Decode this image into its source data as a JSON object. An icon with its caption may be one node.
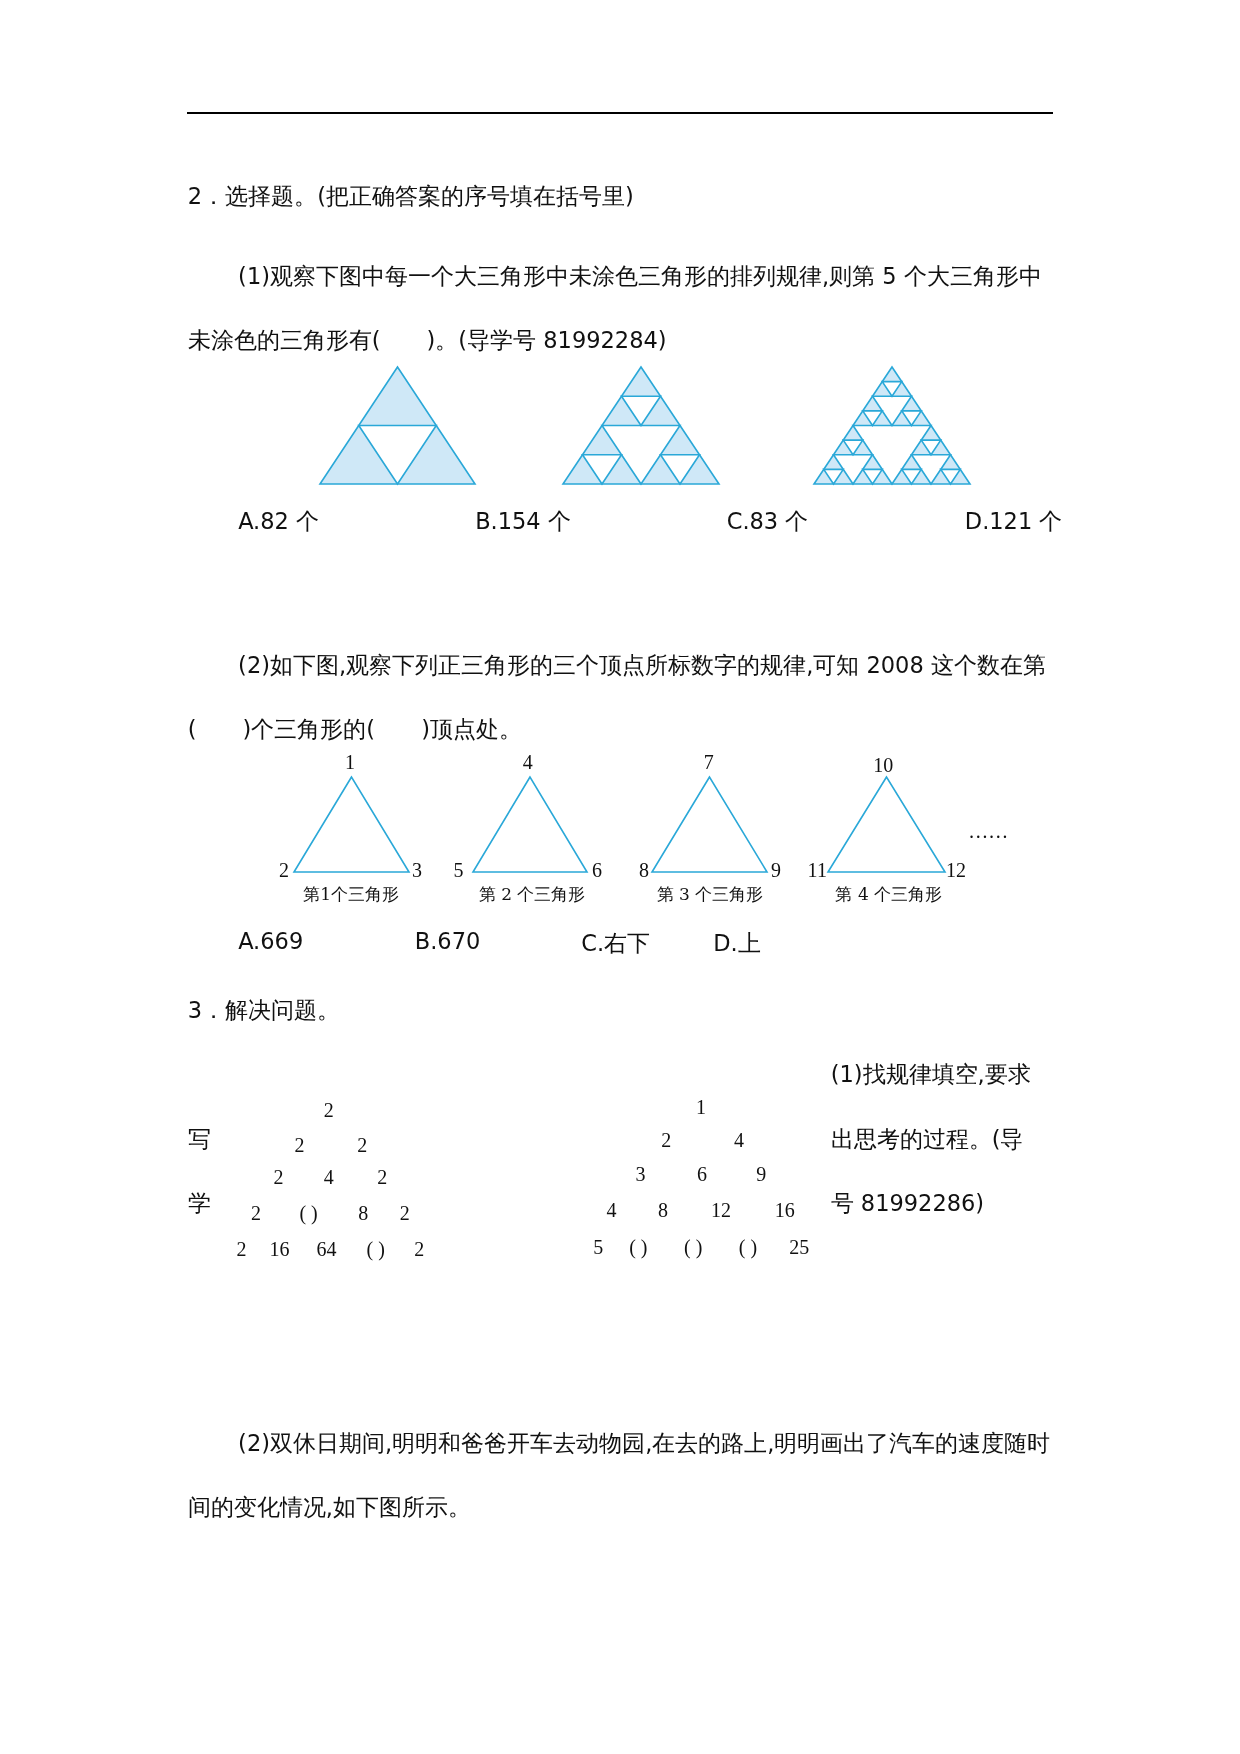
{
  "diagram": {
    "labels": [
      "2．选择题。(把正确答案的序号填在括号里)",
      "(1)观察下图中每一个大三角形中未涂色三角形的排列规律,则第 5 个大三角形中未涂色的三角形有(　　)。(导学号 81992284)",
      "A.82 个",
      "B.154 个",
      "C.83 个",
      "D.121 个",
      "(2)如下图,观察下列正三角形的三个顶点所标数字的规律,可知 2008 这个数在第(　　)个三角形的(　　)顶点处。",
      "1",
      "2",
      "3",
      "第1个三角形",
      "4",
      "5",
      "6",
      "第 2 个三角形",
      "7",
      "8",
      "9",
      "第 3 个三角形",
      "10",
      "11",
      "12",
      "第 4 个三角形",
      "……",
      "A.669",
      "B.670",
      "C.右下",
      "D.上",
      "3．解决问题。",
      "(1)找规律填空,要求",
      "写",
      "出思考的过程。(导",
      "学",
      "号 81992286)",
      "2",
      "2",
      "2",
      "2",
      "4",
      "2",
      "2",
      "( )",
      "8",
      "2",
      "2",
      "16",
      "64",
      "( )",
      "2",
      "1",
      "2",
      "4",
      "3",
      "6",
      "9",
      "4",
      "8",
      "12",
      "16",
      "5",
      "( )",
      "( )",
      "( )",
      "25",
      "(2)双休日期间,明明和爸爸开车去动物园,在去的路上,明明画出了汽车的速度随时间的变化情况,如下图所示。"
    ]
  }
}
